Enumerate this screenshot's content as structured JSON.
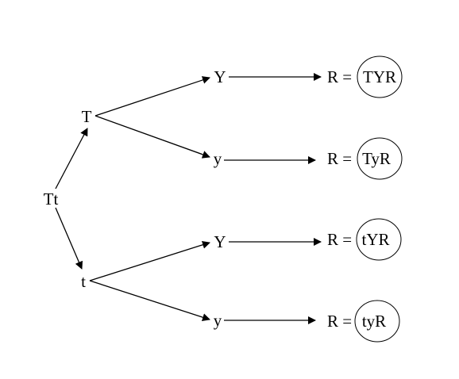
{
  "tree": {
    "root": "Tt",
    "level1": [
      "T",
      "t"
    ],
    "level2": [
      "Y",
      "y",
      "Y",
      "y"
    ],
    "results": [
      {
        "prefix": "R =",
        "gamete": "TYR"
      },
      {
        "prefix": "R =",
        "gamete": "TyR"
      },
      {
        "prefix": "R =",
        "gamete": "tYR"
      },
      {
        "prefix": "R =",
        "gamete": "tyR"
      }
    ]
  }
}
